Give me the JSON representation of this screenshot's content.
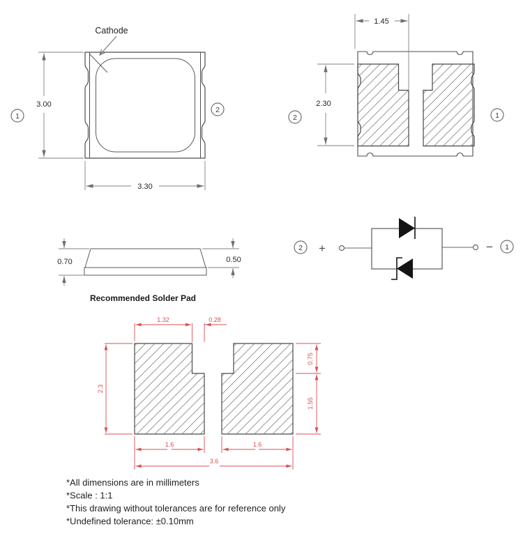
{
  "colors": {
    "line": "#4c4c4c",
    "dim_line": "#7f7f7f",
    "text": "#1f1f1f",
    "accent_red": "#d94f54",
    "hatch": "#9a9a9a",
    "diode_fill": "#141414"
  },
  "top_view": {
    "cathode_label": "Cathode",
    "height_dim": "3.00",
    "width_dim": "3.30",
    "pin_left_num": "1",
    "pin_right_num": "2"
  },
  "bottom_view": {
    "width_dim": "1.45",
    "height_dim": "2.30",
    "pin_left_num": "2",
    "pin_right_num": "1"
  },
  "side_view": {
    "total_height_dim": "0.70",
    "body_height_dim": "0.50"
  },
  "circuit": {
    "pin_left_num": "2",
    "polarity_plus": "+",
    "polarity_minus": "−",
    "pin_right_num": "1"
  },
  "solder_pad": {
    "title": "Recommended Solder Pad",
    "dim_left_width": "1.32",
    "dim_notch_width": "0.28",
    "dim_height": "2.3",
    "dim_notch_depth": "0.75",
    "dim_lower_height": "1.55",
    "dim_pad1_width": "1.6",
    "dim_pad2_width": "1.6",
    "dim_total_width": "3.6"
  },
  "notes": [
    "*All dimensions are in millimeters",
    "*Scale : 1:1",
    "*This drawing without tolerances are for reference only",
    "*Undefined tolerance: ±0.10mm"
  ]
}
